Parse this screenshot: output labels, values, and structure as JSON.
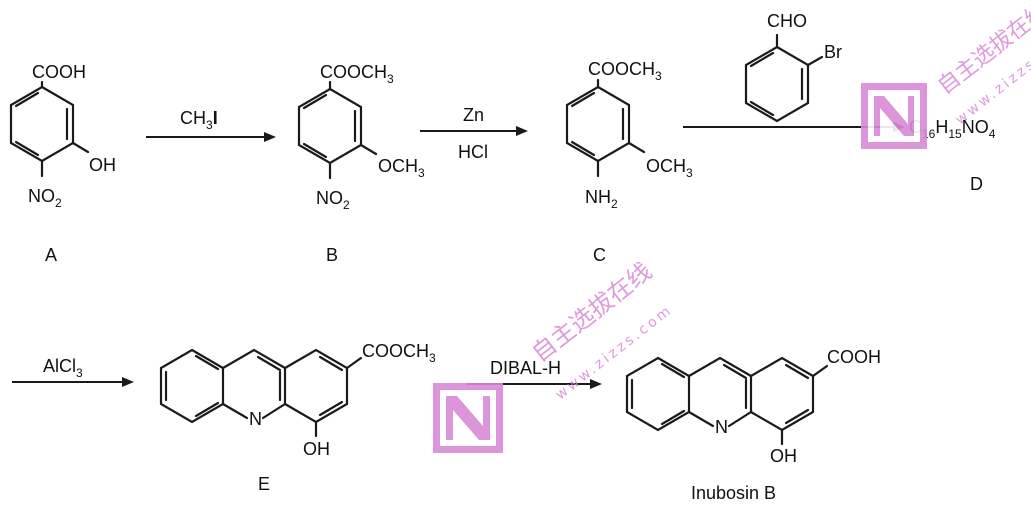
{
  "compounds": {
    "A": {
      "caption": "A",
      "top_group": "COOH",
      "side_group": "OH",
      "bottom_group": "NO",
      "bottom_sub": "2"
    },
    "B": {
      "caption": "B",
      "top_group": "COOCH",
      "top_sub": "3",
      "side_group": "OCH",
      "side_sub": "3",
      "bottom_group": "NO",
      "bottom_sub": "2"
    },
    "C": {
      "caption": "C",
      "top_group": "COOCH",
      "top_sub": "3",
      "side_group": "OCH",
      "side_sub": "3",
      "bottom_group": "NH",
      "bottom_sub": "2"
    },
    "reagent_aldehyde": {
      "top_group": "CHO",
      "side_group": "Br"
    },
    "D": {
      "caption": "D",
      "formula_parts": [
        "C",
        "16",
        "H",
        "15",
        "NO",
        "4"
      ]
    },
    "E": {
      "caption": "E",
      "top_group": "COOCH",
      "top_sub": "3",
      "nitrogen": "N",
      "bottom_group": "OH"
    },
    "product": {
      "caption": "Inubosin B",
      "top_group": "COOH",
      "nitrogen": "N",
      "bottom_group": "OH"
    }
  },
  "reagents": {
    "step1": {
      "main": "CH",
      "sub": "3",
      "tail": "I"
    },
    "step2": {
      "top": "Zn",
      "bottom": "HCl"
    },
    "step4": {
      "main": "AlCl",
      "sub": "3"
    },
    "step5": {
      "main": "DIBAL-H"
    }
  },
  "watermark": {
    "chinese_text": "自主选拔在线",
    "url_text": "www.zizzs.com",
    "color": "#d98ad6"
  }
}
